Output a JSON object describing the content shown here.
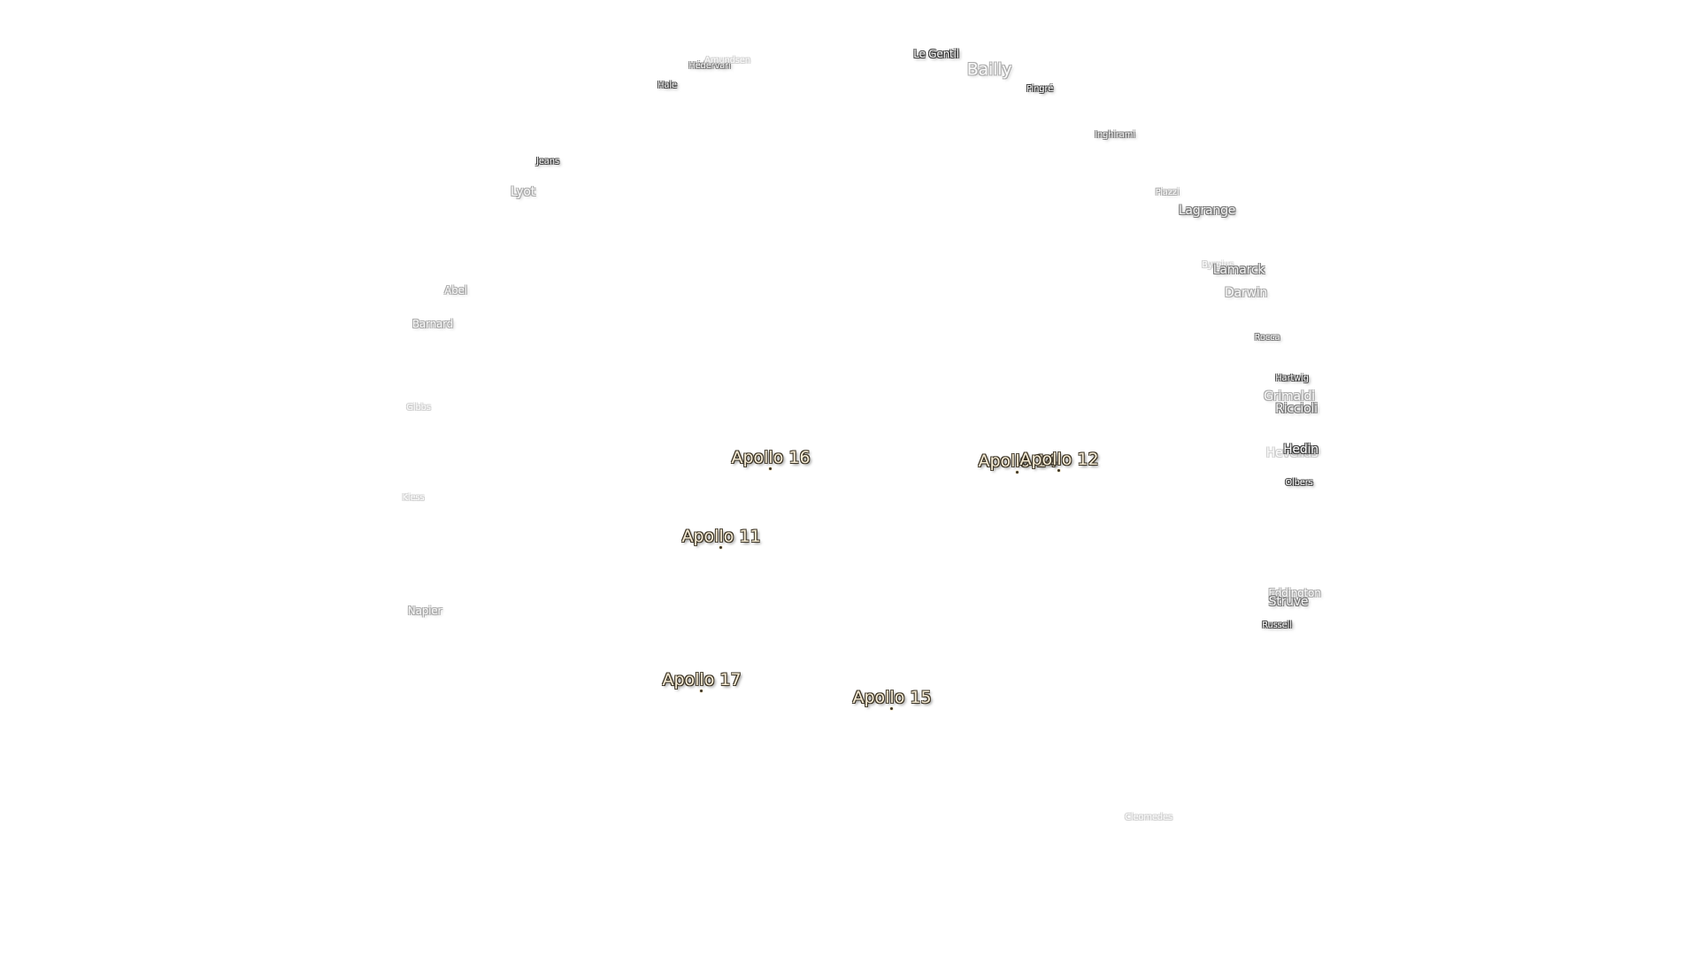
{
  "craters": [
    {
      "name": "Le Gentil",
      "size": "sm",
      "tone": "dark"
    },
    {
      "name": "Bailly",
      "size": "xl",
      "tone": "light"
    },
    {
      "name": "Pingré",
      "size": "xs",
      "tone": "dark"
    },
    {
      "name": "Hédervári",
      "size": "xs",
      "tone": "mid"
    },
    {
      "name": "Amundsen",
      "size": "xs",
      "tone": "faint"
    },
    {
      "name": "Hale",
      "size": "xs",
      "tone": "dark"
    },
    {
      "name": "Inghirami",
      "size": "xs",
      "tone": "mid"
    },
    {
      "name": "Jeans",
      "size": "xs",
      "tone": "dark"
    },
    {
      "name": "Lyot",
      "size": "md",
      "tone": "light"
    },
    {
      "name": "Piazzi",
      "size": "xs",
      "tone": "light"
    },
    {
      "name": "Lagrange",
      "size": "md",
      "tone": "mid"
    },
    {
      "name": "Byrgius",
      "size": "xs",
      "tone": "faint"
    },
    {
      "name": "Lamarck",
      "size": "md",
      "tone": "mid"
    },
    {
      "name": "Darwin",
      "size": "md",
      "tone": "light"
    },
    {
      "name": "Abel",
      "size": "sm",
      "tone": "light"
    },
    {
      "name": "Barnard",
      "size": "sm",
      "tone": "light"
    },
    {
      "name": "Rocca",
      "size": "xs",
      "tone": "mid"
    },
    {
      "name": "Hartwig",
      "size": "xs",
      "tone": "dark"
    },
    {
      "name": "Grimaldi",
      "size": "md",
      "tone": "light"
    },
    {
      "name": "Riccioli",
      "size": "md",
      "tone": "mid"
    },
    {
      "name": "Gibbs",
      "size": "xs",
      "tone": "faint"
    },
    {
      "name": "Hevelius",
      "size": "md",
      "tone": "faint"
    },
    {
      "name": "Hedin",
      "size": "md",
      "tone": "dark"
    },
    {
      "name": "Olbers",
      "size": "xs",
      "tone": "dark"
    },
    {
      "name": "Kiess",
      "size": "xs",
      "tone": "faint"
    },
    {
      "name": "Eddington",
      "size": "sm",
      "tone": "light"
    },
    {
      "name": "Struve",
      "size": "md",
      "tone": "mid"
    },
    {
      "name": "Russell",
      "size": "xs",
      "tone": "dark"
    },
    {
      "name": "Napier",
      "size": "sm",
      "tone": "light"
    },
    {
      "name": "Cleomedes",
      "size": "xs",
      "tone": "faint"
    }
  ],
  "landings": [
    {
      "name": "Apollo 16"
    },
    {
      "name": "Apollo 14"
    },
    {
      "name": "Apollo 12"
    },
    {
      "name": "Apollo 11"
    },
    {
      "name": "Apollo 17"
    },
    {
      "name": "Apollo 15"
    }
  ]
}
